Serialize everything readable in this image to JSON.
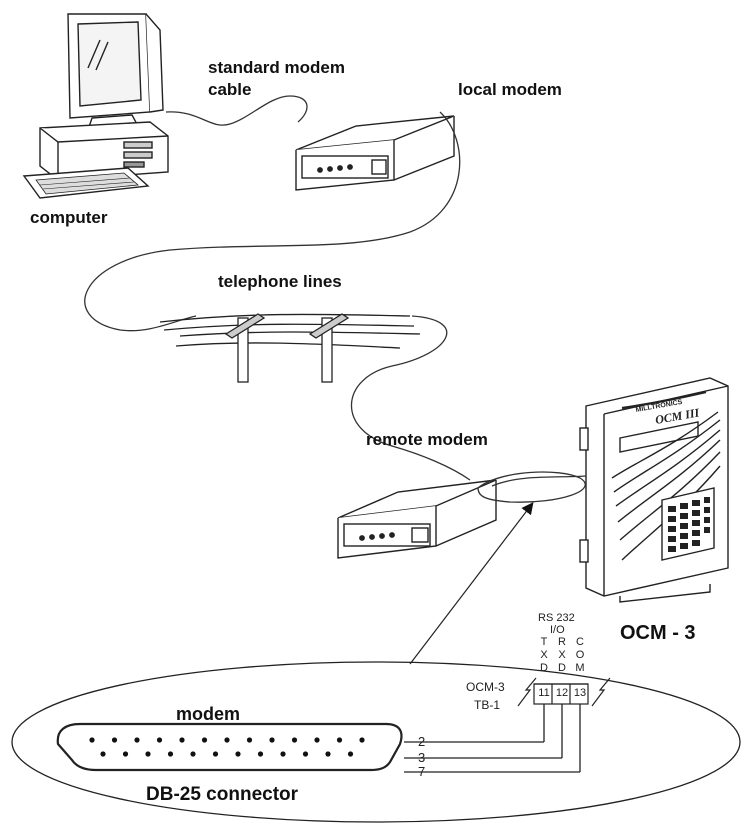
{
  "labels": {
    "standard_modem_cable_line1": "standard modem",
    "standard_modem_cable_line2": "cable",
    "local_modem": "local modem",
    "computer": "computer",
    "telephone_lines": "telephone  lines",
    "remote_modem": "remote modem",
    "ocm3": "OCM - 3",
    "modem": "modem",
    "db25": "DB-25 connector",
    "device_brand": "MILLTRONICS",
    "device_model": "OCM III"
  },
  "connector": {
    "rs232_line1": "RS 232",
    "rs232_line2": "I/O",
    "col_txd": [
      "T",
      "X",
      "D"
    ],
    "col_rxd": [
      "R",
      "X",
      "D"
    ],
    "col_com": [
      "C",
      "O",
      "M"
    ],
    "ocm3_label": "OCM-3",
    "tb1_label": "TB-1",
    "terminals": [
      "11",
      "12",
      "13"
    ],
    "db_pins": [
      "2",
      "3",
      "7"
    ]
  },
  "colors": {
    "ink": "#111111",
    "line": "#333333",
    "background": "#ffffff"
  }
}
